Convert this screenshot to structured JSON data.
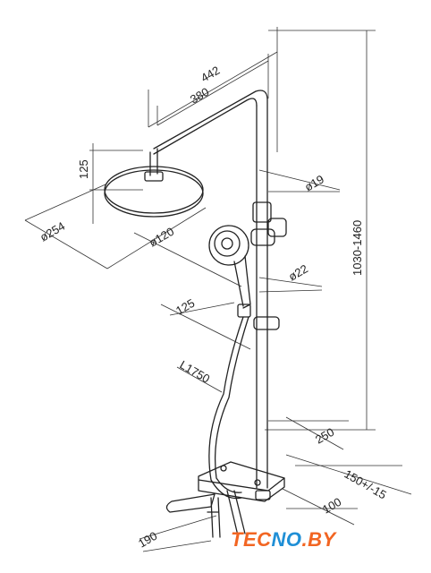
{
  "dimensions": {
    "d442": "442",
    "d380": "380",
    "d125_top": "125",
    "d19": "ø19",
    "d254": "ø254",
    "d1030": "1030-1460",
    "d120": "ø120",
    "d22": "ø22",
    "d125_mid": "125",
    "hose": "L1750",
    "d250": "250",
    "d150": "150+/-15",
    "d100": "100",
    "d190": "190"
  },
  "logo": {
    "part1": "TEC",
    "part2": "NO",
    "part3": ".BY",
    "colors": {
      "orange": "#f26522",
      "blue": "#1f8fd6"
    }
  }
}
